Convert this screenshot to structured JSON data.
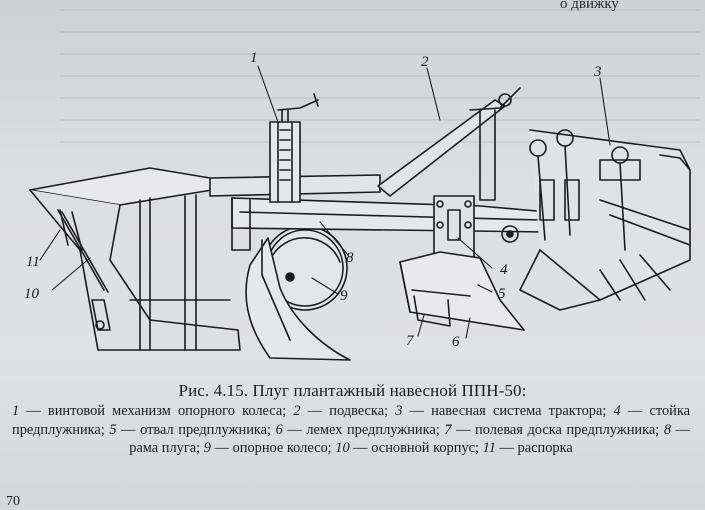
{
  "page": {
    "top_fragment": "о движку",
    "page_number": "70"
  },
  "figure": {
    "caption_title": "Рис. 4.15. Плуг плантажный навесной ППН-50:",
    "callouts": [
      "1",
      "2",
      "3",
      "4",
      "5",
      "6",
      "7",
      "8",
      "9",
      "10",
      "11"
    ],
    "legend": [
      {
        "num": "1",
        "text": " — винтовой механизм опорного колеса; "
      },
      {
        "num": "2",
        "text": " — подвеска; "
      },
      {
        "num": "3",
        "text": " — навесная система трактора; "
      },
      {
        "num": "4",
        "text": " — стойка предплужника; "
      },
      {
        "num": "5",
        "text": " — отвал предплужника; "
      },
      {
        "num": "6",
        "text": " — лемех предплужника; "
      },
      {
        "num": "7",
        "text": " — полевая доска предплужника; "
      },
      {
        "num": "8",
        "text": " — рама плуга; "
      },
      {
        "num": "9",
        "text": " — опорное колесо; "
      },
      {
        "num": "10",
        "text": " — основной корпус; "
      },
      {
        "num": "11",
        "text": " — распорка"
      }
    ]
  },
  "colors": {
    "paper": "#dcdde0",
    "ink": "#1c1c1e"
  }
}
